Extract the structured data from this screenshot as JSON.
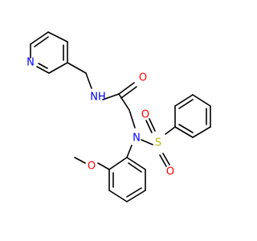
{
  "colors": {
    "bond": "#000000",
    "N": "#0000ff",
    "O": "#ff0000",
    "S": "#b8b800",
    "background": "#ffffff"
  },
  "atoms": [
    {
      "id": "n_pyr",
      "element": "N",
      "label": "N"
    },
    {
      "id": "n_amide",
      "element": "N",
      "label": "NH"
    },
    {
      "id": "o_carbonyl",
      "element": "O",
      "label": "O"
    },
    {
      "id": "n_sulfonamide",
      "element": "N",
      "label": "N"
    },
    {
      "id": "s",
      "element": "S",
      "label": "S"
    },
    {
      "id": "o_s1",
      "element": "O",
      "label": "O"
    },
    {
      "id": "o_s2",
      "element": "O",
      "label": "O"
    },
    {
      "id": "o_methoxy",
      "element": "O",
      "label": "O"
    }
  ]
}
